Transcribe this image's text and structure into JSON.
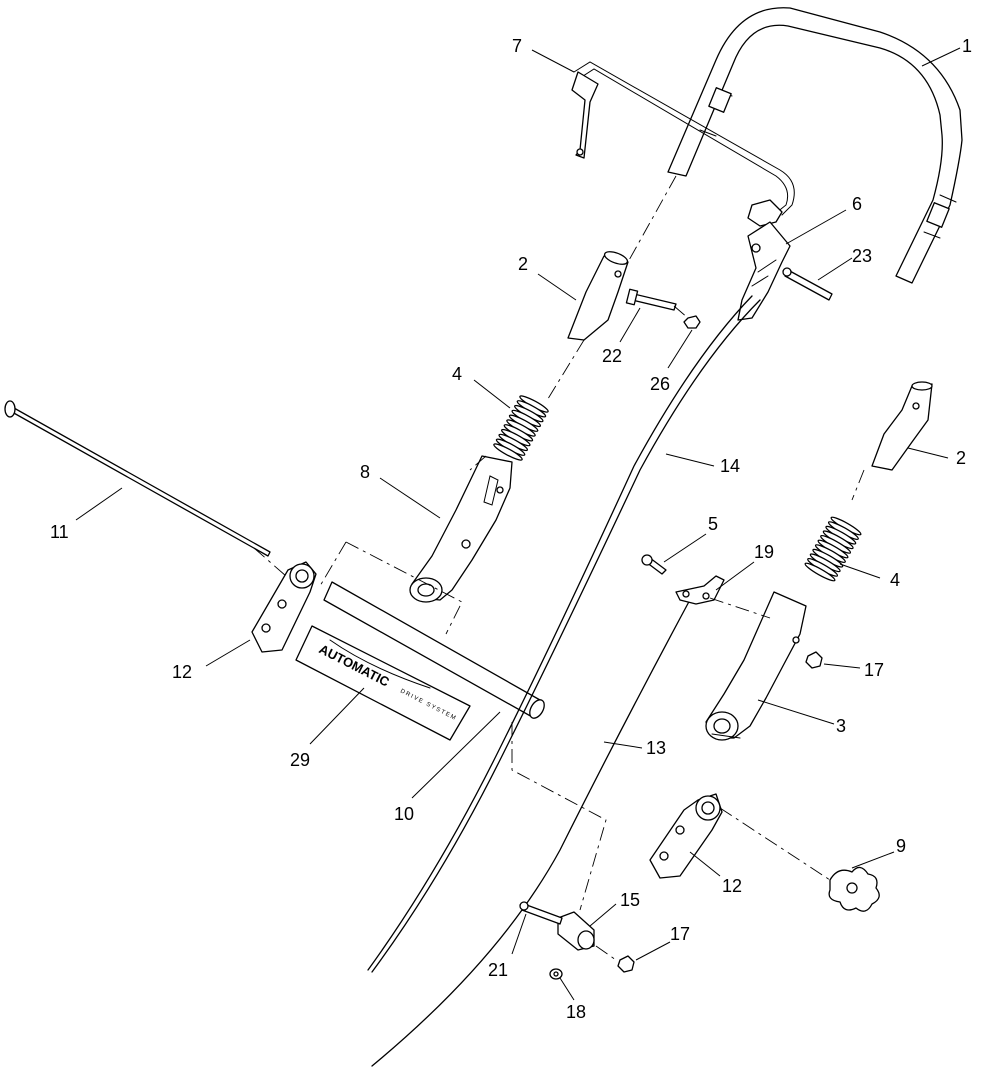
{
  "callouts": {
    "c1": "1",
    "c2a": "2",
    "c2b": "2",
    "c3": "3",
    "c4a": "4",
    "c4b": "4",
    "c5": "5",
    "c6": "6",
    "c7": "7",
    "c8": "8",
    "c9": "9",
    "c10": "10",
    "c11": "11",
    "c12a": "12",
    "c12b": "12",
    "c13": "13",
    "c14": "14",
    "c15": "15",
    "c17a": "17",
    "c17b": "17",
    "c18": "18",
    "c19": "19",
    "c21": "21",
    "c22": "22",
    "c23": "23",
    "c26": "26",
    "c29": "29"
  },
  "decal": {
    "brand": "AUTOMATIC",
    "subtitle": "DRIVE SYSTEM"
  }
}
